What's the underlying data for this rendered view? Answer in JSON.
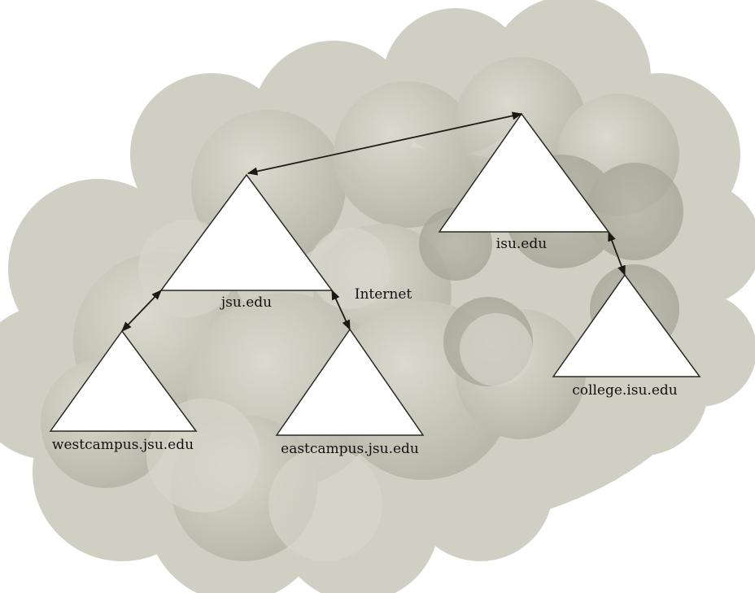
{
  "diagram": {
    "cloud_label": "Internet",
    "domains": {
      "jsu": "jsu.edu",
      "isu": "isu.edu",
      "westcampus": "westcampus.jsu.edu",
      "eastcampus": "eastcampus.jsu.edu",
      "college": "college.isu.edu"
    },
    "links": [
      [
        "jsu.edu",
        "isu.edu"
      ],
      [
        "jsu.edu",
        "westcampus.jsu.edu"
      ],
      [
        "jsu.edu",
        "eastcampus.jsu.edu"
      ],
      [
        "isu.edu",
        "college.isu.edu"
      ]
    ],
    "colors": {
      "cloud_light": "#d2d2c6",
      "cloud_mid": "#bdbdb0",
      "cloud_dark": "#a8a79a",
      "tree_fill": "#ffffff",
      "line": "#2a2a22"
    }
  }
}
